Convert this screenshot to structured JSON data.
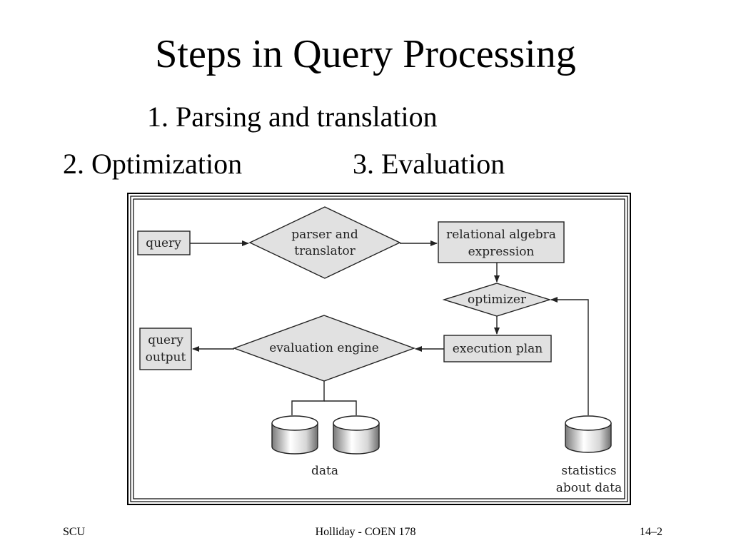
{
  "slide": {
    "title": "Steps in Query Processing",
    "steps": [
      "1.  Parsing and translation",
      "2. Optimization",
      "3.   Evaluation"
    ]
  },
  "diagram": {
    "nodes": {
      "query": "query",
      "parser_line1": "parser and",
      "parser_line2": "translator",
      "rel_alg_line1": "relational algebra",
      "rel_alg_line2": "expression",
      "optimizer": "optimizer",
      "execution_plan": "execution plan",
      "evaluation_engine": "evaluation engine",
      "query_output_line1": "query",
      "query_output_line2": "output",
      "data": "data",
      "statistics_line1": "statistics",
      "statistics_line2": "about data"
    },
    "colors": {
      "shape_fill": "#e1e1e1",
      "stroke": "#222222"
    }
  },
  "footer": {
    "left": "SCU",
    "center": "Holliday - COEN 178",
    "right": "14–2"
  }
}
